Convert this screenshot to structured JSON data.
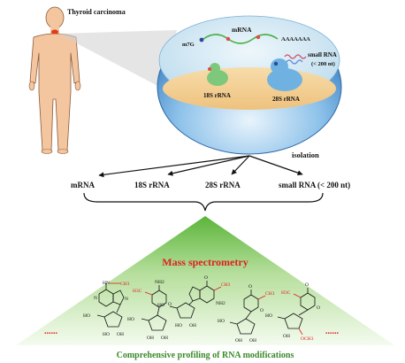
{
  "patient": {
    "condition_label": "Thyroid carcinoma"
  },
  "cell": {
    "mrna_label": "mRNA",
    "poly_a": "AAAAAAA",
    "cap_label": "m7G",
    "small_rna_label_1": "small RNA",
    "small_rna_label_2": "(< 200 nt)",
    "rrna_18s_label": "18S rRNA",
    "rrna_28s_label": "28S rRNA"
  },
  "step": {
    "isolation_label": "isolation"
  },
  "fractions": [
    "mRNA",
    "18S rRNA",
    "28S rRNA",
    "small RNA (< 200 nt)"
  ],
  "analysis": {
    "method_label": "Mass spectrometry",
    "ellipsis_left": "......",
    "ellipsis_right": "......",
    "footer_label": "Comprehensive profiling of RNA modifications"
  },
  "colors": {
    "method_red": "#e02020",
    "footer_green": "#3a8a2a",
    "triangle_green": "#6cbf4a",
    "skin": "#f4c6a0",
    "thyroid": "#e23a1a",
    "cell_blue": "#5aa0d8",
    "cytoplasm": "#f4d29c",
    "rrna_green": "#7dc87a",
    "rrna_blue": "#6fb2e2"
  }
}
